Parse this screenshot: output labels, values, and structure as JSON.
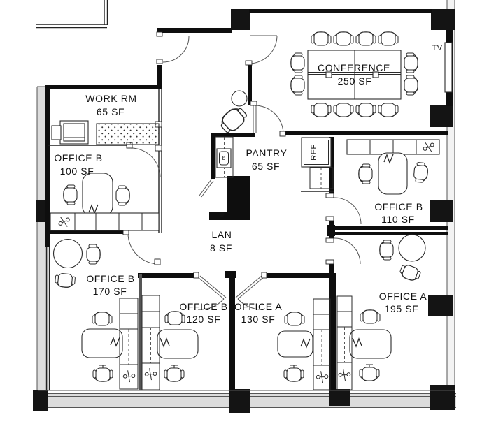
{
  "plan": {
    "rooms": {
      "work_rm": {
        "name": "WORK RM",
        "area": "65 SF"
      },
      "office_b_100": {
        "name": "OFFICE B",
        "area": "100 SF"
      },
      "conference": {
        "name": "CONFERENCE",
        "area": "250 SF"
      },
      "pantry": {
        "name": "PANTRY",
        "area": "65 SF"
      },
      "lan": {
        "name": "LAN",
        "area": "8 SF"
      },
      "office_b_110": {
        "name": "OFFICE B",
        "area": "110 SF"
      },
      "office_b_170": {
        "name": "OFFICE B",
        "area": "170 SF"
      },
      "office_b_120": {
        "name": "OFFICE B",
        "area": "120 SF"
      },
      "office_a_130": {
        "name": "OFFICE A",
        "area": "130 SF"
      },
      "office_a_195": {
        "name": "OFFICE A",
        "area": "195 SF"
      }
    },
    "fixtures": {
      "refrigerator": "REF",
      "tv": "TV",
      "sink": "b"
    }
  }
}
